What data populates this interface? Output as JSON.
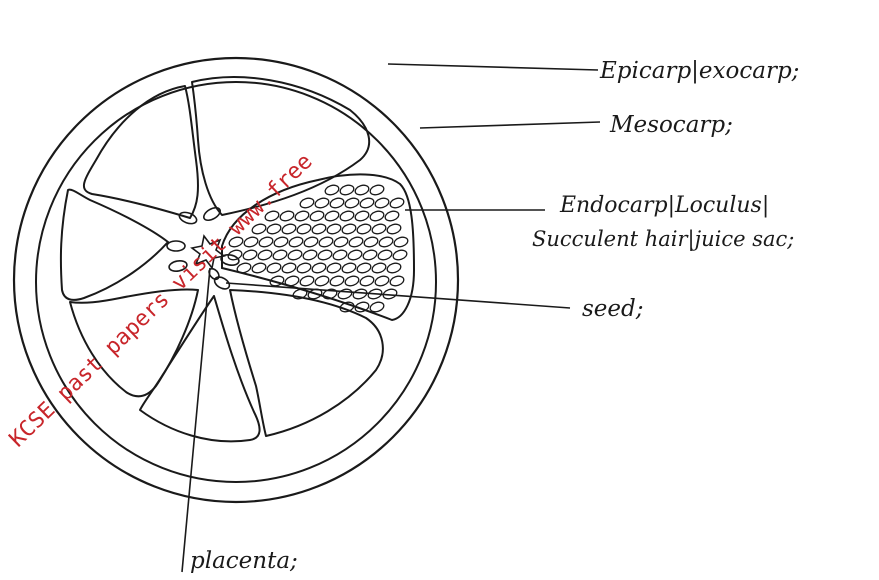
{
  "labels": {
    "epicarp": "Epicarp|exocarp;",
    "mesocarp": "Mesocarp;",
    "endocarp_line1": "Endocarp|Loculus|",
    "endocarp_line2": "Succulent hair|juice sac;",
    "seed": "seed;",
    "placenta": "placenta;"
  },
  "watermark": {
    "text": "KCSE past papers visit www.free",
    "color": "#c8252a"
  },
  "colors": {
    "ink": "#1a1a1a",
    "background": "#ffffff"
  }
}
